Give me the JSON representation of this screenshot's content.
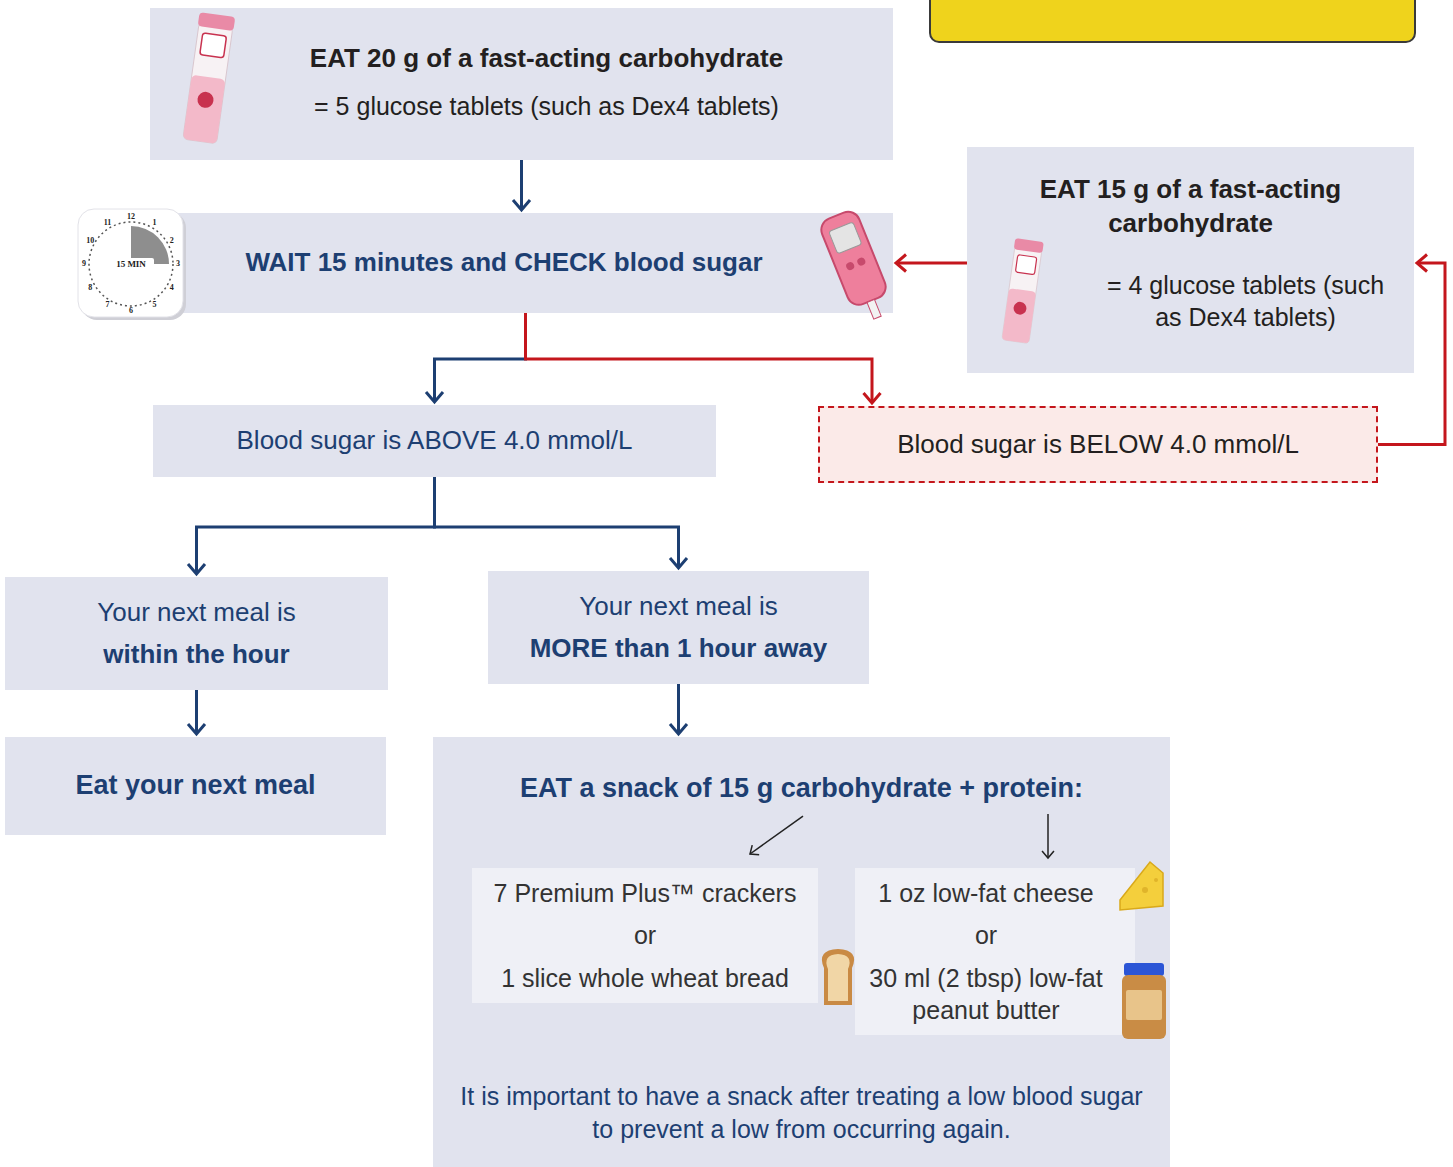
{
  "diagram": {
    "nodes": [
      {
        "text": [
          "EAT 20 g of a fast-acting carbohydrate",
          "= 5 glucose tablets (such as Dex4 tablets)"
        ]
      },
      {
        "text": [
          "WAIT 15 minutes and CHECK blood sugar"
        ]
      },
      {
        "text": [
          "EAT 15 g of a fast-acting carbohydrate",
          "= 4 glucose tablets (such as Dex4 tablets)"
        ]
      },
      {
        "text": [
          "Blood sugar is ABOVE 4.0 mmol/L"
        ]
      },
      {
        "text": [
          "Blood sugar is BELOW 4.0 mmol/L"
        ]
      },
      {
        "text": [
          "Your next meal is",
          "within the hour"
        ]
      },
      {
        "text": [
          "Your next meal is",
          "MORE than 1 hour away"
        ]
      },
      {
        "text": [
          "Eat your next meal"
        ]
      },
      {
        "text": [
          "EAT a snack of 15 g carbohydrate + protein:",
          "It is important to have a snack after treating a low blood sugar to prevent a low from occurring again."
        ]
      },
      {
        "text": [
          "7 Premium Plus™ crackers",
          "or",
          "1 slice whole wheat bread"
        ],
        "in": 8
      },
      {
        "text": [
          "1 oz low-fat cheese",
          "or",
          "30 ml (2 tbsp) low-fat peanut butter"
        ],
        "in": 8
      }
    ],
    "edges": [
      {
        "from": 0,
        "to": 1,
        "arrow": "to"
      },
      {
        "from": 1,
        "to": 3,
        "arrow": "to"
      },
      {
        "from": 1,
        "to": 4,
        "arrow": "to"
      },
      {
        "from": 4,
        "to": 2,
        "arrow": "to"
      },
      {
        "from": 2,
        "to": 1,
        "arrow": "to"
      },
      {
        "from": 3,
        "to": 5,
        "arrow": "to"
      },
      {
        "from": 3,
        "to": 6,
        "arrow": "to"
      },
      {
        "from": 5,
        "to": 7,
        "arrow": "to"
      },
      {
        "from": 6,
        "to": 8,
        "arrow": "to"
      },
      {
        "from": 8,
        "to": 9,
        "arrow": "to"
      },
      {
        "from": 8,
        "to": 10,
        "arrow": "to"
      }
    ],
    "labels": [
      "12",
      "1",
      "2",
      "3",
      "4",
      "5",
      "6",
      "7",
      "8",
      "9",
      "10",
      "11",
      "15 MIN"
    ]
  }
}
